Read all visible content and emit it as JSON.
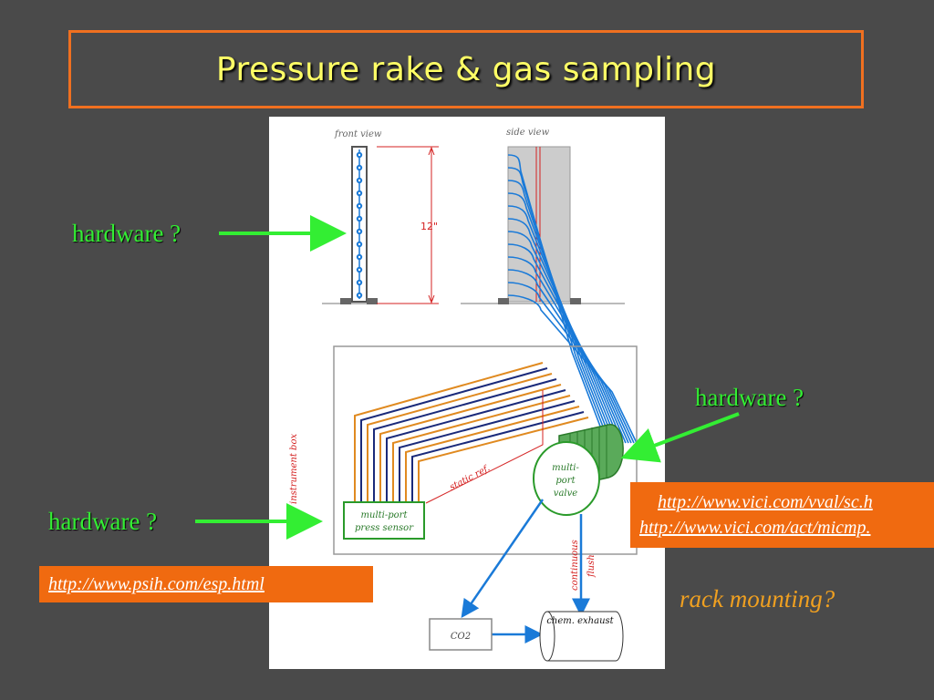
{
  "slide": {
    "title": "Pressure rake & gas sampling",
    "hardware_labels": [
      "hardware ?",
      "hardware ?",
      "hardware ?"
    ],
    "link_psih": "http://www.psih.com/esp.html",
    "link_vici_1": "http://www.vici.com/vval/sc.h",
    "link_vici_2": "http://www.vici.com/act/micmp.",
    "rack_mounting": "rack mounting?"
  },
  "diagram": {
    "front_view": "front view",
    "side_view": "side view",
    "height": "12\"",
    "instrument_box": "instrument box",
    "static_ref": "static ref.",
    "sensor_line1": "multi-port",
    "sensor_line2": "press sensor",
    "valve_line1": "multi-",
    "valve_line2": "port",
    "valve_line3": "valve",
    "continuous": "continuous",
    "flush": "flush",
    "co2": "CO2",
    "exhaust": "chem. exhaust"
  },
  "colors": {
    "background": "#4a4a4a",
    "title_text": "#ffff66",
    "border_orange": "#f07020",
    "hardware_green": "#33ee33",
    "rack_text": "#f0a020",
    "tube_blue": "#1a7ad8",
    "diagram_red": "#d42020",
    "valve_green": "#2a9a2a"
  }
}
